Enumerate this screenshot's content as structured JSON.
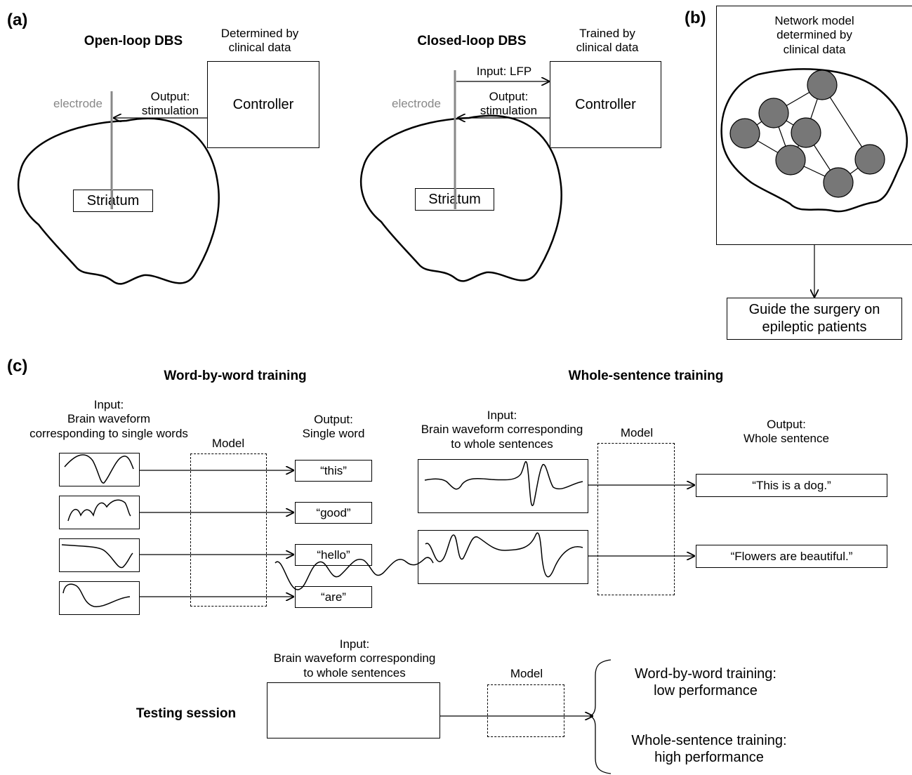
{
  "panel_labels": {
    "a": "(a)",
    "b": "(b)",
    "c": "(c)"
  },
  "panel_a": {
    "open_loop": {
      "title": "Open-loop DBS",
      "controller_note": [
        "Determined by",
        "clinical data"
      ],
      "controller": "Controller",
      "output_label": [
        "Output:",
        "stimulation"
      ],
      "electrode": "electrode",
      "target": "Striatum"
    },
    "closed_loop": {
      "title": "Closed-loop DBS",
      "controller_note": [
        "Trained by",
        "clinical data"
      ],
      "controller": "Controller",
      "input_label": "Input: LFP",
      "output_label": [
        "Output:",
        "stimulation"
      ],
      "electrode": "electrode",
      "target": "Striatum"
    }
  },
  "panel_b": {
    "model_label": [
      "Network model",
      "determined by",
      "clinical data"
    ],
    "outcome": [
      "Guide the surgery on",
      "epileptic patients"
    ]
  },
  "panel_c": {
    "word_training": {
      "title": "Word-by-word training",
      "input_label": [
        "Input:",
        "Brain waveform",
        "corresponding to single words"
      ],
      "model_label": "Model",
      "output_label": [
        "Output:",
        "Single word"
      ],
      "outputs": [
        "“this”",
        "“good”",
        "“hello”",
        "“are”"
      ]
    },
    "sentence_training": {
      "title": "Whole-sentence training",
      "input_label": [
        "Input:",
        "Brain waveform corresponding",
        "to whole sentences"
      ],
      "model_label": "Model",
      "output_label": [
        "Output:",
        "Whole sentence"
      ],
      "outputs": [
        "“This is a dog.”",
        "“Flowers are beautiful.”"
      ]
    },
    "testing": {
      "title": "Testing session",
      "input_label": [
        "Input:",
        "Brain waveform corresponding",
        "to whole sentences"
      ],
      "model_label": "Model",
      "results": [
        [
          "Word-by-word training:",
          "low performance"
        ],
        [
          "Whole-sentence training:",
          "high performance"
        ]
      ]
    }
  },
  "colors": {
    "line": "#000000",
    "node_fill": "#777777",
    "electrode": "#888888"
  }
}
